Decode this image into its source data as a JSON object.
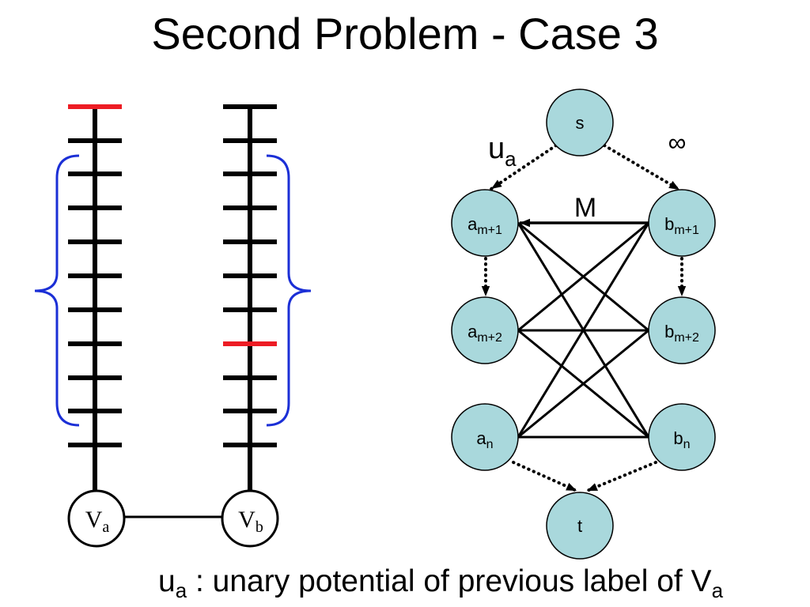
{
  "title": "Second Problem - Case 3",
  "colors": {
    "highlight": "#ed1c24",
    "brace": "#1b2fd6",
    "node_fill": "#a9d8dc"
  },
  "ladders": {
    "left": {
      "label": {
        "main": "V",
        "sub": "a"
      }
    },
    "right": {
      "label": {
        "main": "V",
        "sub": "b"
      }
    }
  },
  "graph": {
    "nodes": {
      "s": {
        "main": "s"
      },
      "a_m1": {
        "main": "a",
        "sub": "m+1"
      },
      "b_m1": {
        "main": "b",
        "sub": "m+1"
      },
      "a_m2": {
        "main": "a",
        "sub": "m+2"
      },
      "b_m2": {
        "main": "b",
        "sub": "m+2"
      },
      "a_n": {
        "main": "a",
        "sub": "n"
      },
      "b_n": {
        "main": "b",
        "sub": "n"
      },
      "t": {
        "main": "t"
      }
    },
    "edge_labels": {
      "s_to_a": {
        "main": "u",
        "sub": "a"
      },
      "s_to_b": "∞",
      "b_to_a": "M"
    }
  },
  "footer": {
    "main": "u",
    "sub": "a",
    "text": " : unary potential of previous label of V",
    "end_sub": "a"
  }
}
